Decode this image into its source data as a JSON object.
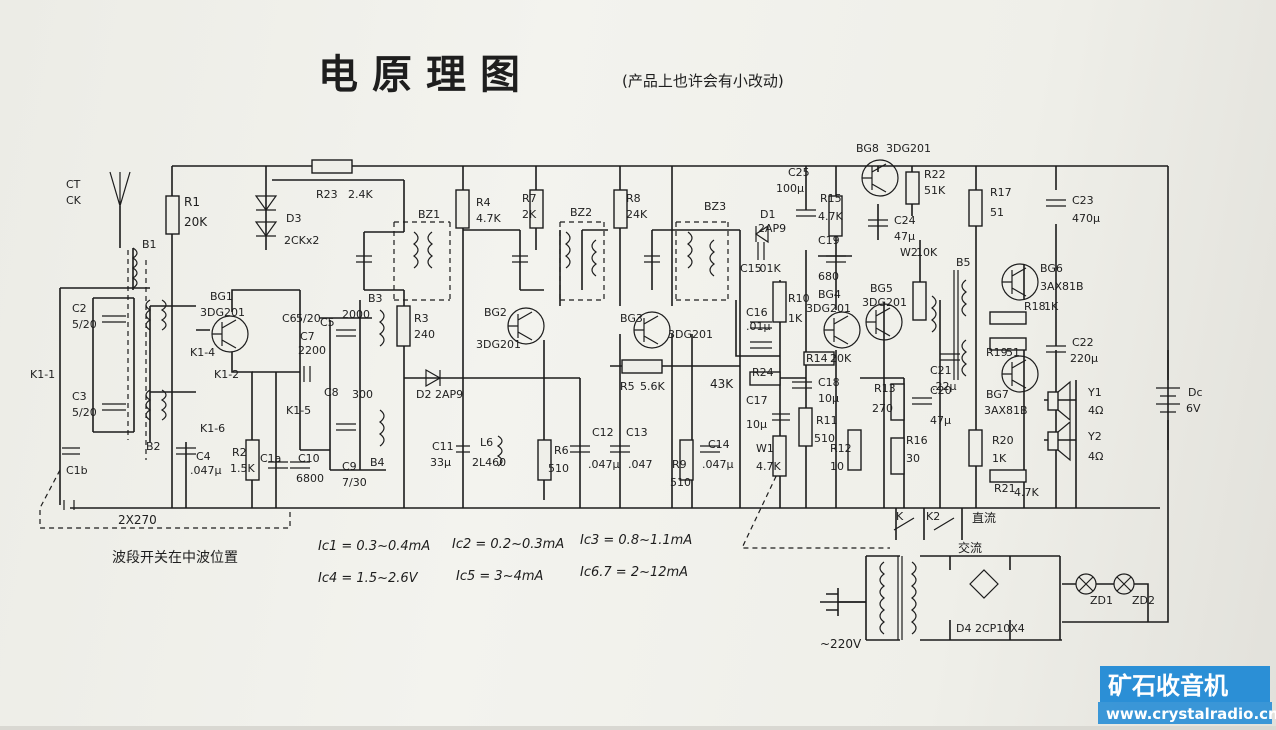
{
  "title": "电原理图",
  "subtitle": "(产品上也许会有小改动)",
  "note": "波段开关在中波位置",
  "watermark": {
    "name": "矿石收音机",
    "url": "www.crystalradio.cn"
  },
  "currents": {
    "ic1": "Ic1 = 0.3~0.4mA",
    "ic2": "Ic2 = 0.2~0.3mA",
    "ic3": "Ic3 = 0.8~1.1mA",
    "ic4": "Ic4 = 1.5~2.6V",
    "ic5": "Ic5 = 3~4mA",
    "ic67": "Ic6.7 = 2~12mA"
  },
  "labels": {
    "ct": "CT",
    "ck": "CK",
    "b1": "B1",
    "b2": "B2",
    "b3": "B3",
    "b4": "B4",
    "b5": "B5",
    "c2": "C2",
    "c2v": "5/20",
    "c3": "C3",
    "c3v": "5/20",
    "c1b": "C1b",
    "k11": "K1-1",
    "k14": "K1-4",
    "k12": "K1-2",
    "k16": "K1-6",
    "k15": "K1-5",
    "r1": "R1",
    "r1v": "20K",
    "bg1": "BG1",
    "bg1t": "3DG201",
    "c4": "C4",
    "c4v": ".047μ",
    "r2": "R2",
    "r2v": "1.5K",
    "c1a": "C1a",
    "c10": "C10",
    "c10v": "6800",
    "c9": "C9",
    "c9v": "7/30",
    "c6": "C6",
    "c6v": "5/20",
    "c5": "C5",
    "c5v": "2000",
    "c7": "C7",
    "c7v": "2200",
    "c8": "C8",
    "c8v": "300",
    "n2x270": "2X270",
    "d3": "D3",
    "d3v": "2CKx2",
    "r23": "R23",
    "r23v": "2.4K",
    "bz1": "BZ1",
    "bz2": "BZ2",
    "bz3": "BZ3",
    "r3": "R3",
    "r3v": "240",
    "d2": "D2 2AP9",
    "r4": "R4",
    "r4v": "4.7K",
    "r7": "R7",
    "r7v": "2K",
    "r8": "R8",
    "r8v": "24K",
    "bg2": "BG2",
    "bg2t": "3DG201",
    "bg3": "BG3",
    "bg3t": "3DG201",
    "r5": "R5",
    "r5v": "5.6K",
    "c11": "C11",
    "c11v": "33μ",
    "l6": "L6",
    "l6v": "2L460",
    "r6": "R6",
    "r6v": "510",
    "c12": "C12",
    "c12v": ".047μ",
    "c13": "C13",
    "c13v": ".047",
    "r9": "R9",
    "r9v": "510",
    "c14": "C14",
    "c14v": ".047μ",
    "d1": "D1",
    "d1v": "2AP9",
    "c15": "C15",
    "c15v": ".01K",
    "c16": "C16",
    "c16v": ".01μ",
    "r10": "R10",
    "r10v": "1K",
    "r43k": "43K",
    "r24": "R24",
    "c17": "C17",
    "c17v": "10μ",
    "w1": "W1",
    "w1v": "4.7K",
    "c25": "C25",
    "c25v": "100μ",
    "r15": "R15",
    "r15v": "4.7K",
    "bg8": "BG8",
    "bg8t": "3DG201",
    "r22": "R22",
    "r22v": "51K",
    "c24": "C24",
    "c24v": "47μ",
    "w2": "W2",
    "w2v": "10K",
    "c19": "C19",
    "c19v": "680",
    "bg4": "BG4",
    "bg4t": "3DG201",
    "bg5": "BG5",
    "bg5t": "3DG201",
    "r14": "R14",
    "r14v": "20K",
    "c18": "C18",
    "c18v": "10μ",
    "r11": "R11",
    "r11v": "510",
    "r12": "R12",
    "r12v": "10",
    "r13": "R13",
    "r13v": "270",
    "c20": "C20",
    "c20v": "47μ",
    "r16": "R16",
    "r16v": "30",
    "c21": "C21",
    "c21v": ".22μ",
    "r17": "R17",
    "r17v": "51",
    "c23": "C23",
    "c23v": "470μ",
    "bg6": "BG6",
    "bg6t": "3AX81B",
    "r18": "R18",
    "r18v": "1K",
    "r19": "R19",
    "r19v": "51",
    "c22": "C22",
    "c22v": "220μ",
    "bg7": "BG7",
    "bg7t": "3AX81B",
    "r20": "R20",
    "r20v": "1K",
    "r21": "R21",
    "r21v": "4.7K",
    "y1": "Y1",
    "y1v": "4Ω",
    "y2": "Y2",
    "y2v": "4Ω",
    "dc": "Dc",
    "dcv": "6V",
    "k": "K",
    "k2": "K2",
    "zhiliu": "直流",
    "jiaoliu": "交流",
    "d4": "D4 2CP10X4",
    "v220": "~220V",
    "zd1": "ZD1",
    "zd2": "ZD2"
  }
}
